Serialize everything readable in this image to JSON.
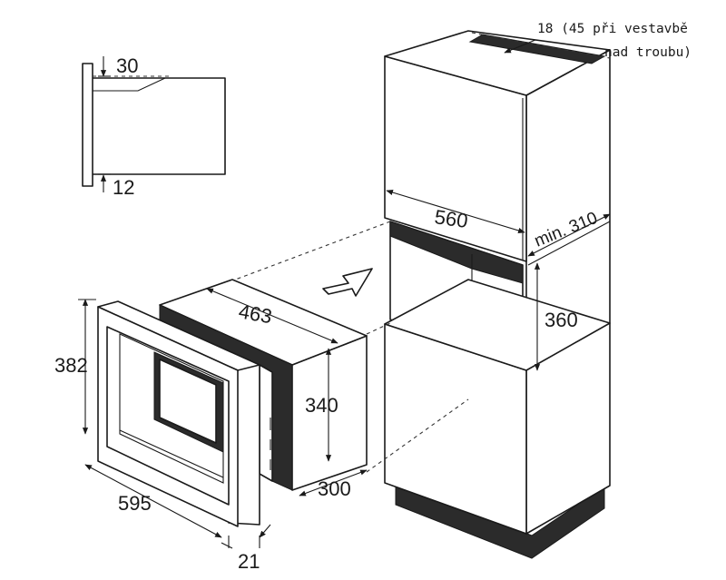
{
  "labels": {
    "trim_top": "30",
    "trim_bottom": "12",
    "cabinet_width": "560",
    "cabinet_depth": "min. 310",
    "niche_height": "360",
    "oven_width": "463",
    "oven_height": "340",
    "oven_depth": "300",
    "frame_height": "382",
    "frame_width": "595",
    "frame_depth": "21",
    "vent_note_line1": "18 (45 při vestavbě",
    "vent_note_line2": "nad troubu)"
  }
}
